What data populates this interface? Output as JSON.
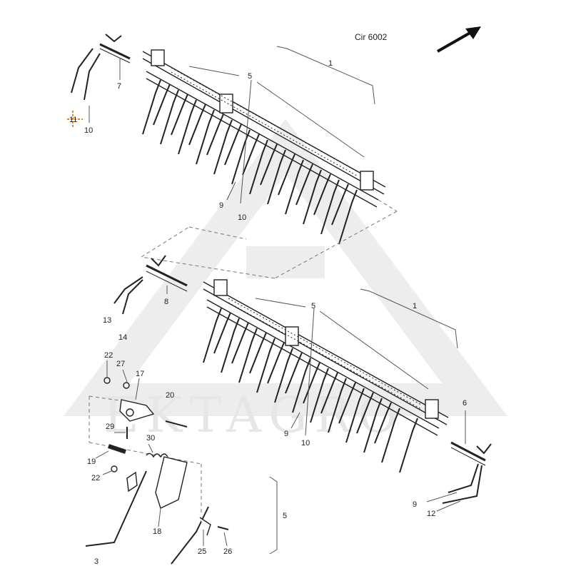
{
  "diagram": {
    "code": "Cir 6002",
    "watermark": "EKTAGRO",
    "highlight_color": "#e8872a",
    "callouts": {
      "c1_top": "1",
      "c5_top": "5",
      "c7": "7",
      "c10_left": "10",
      "c11": "11",
      "c9_top": "9",
      "c10_top": "10",
      "c8": "8",
      "c13": "13",
      "c14": "14",
      "c5_bottom": "5",
      "c1_bottom": "1",
      "c6": "6",
      "c9_mid": "9",
      "c10_mid": "10",
      "c9_right": "9",
      "c12": "12",
      "c22_top": "22",
      "c27": "27",
      "c17": "17",
      "c20": "20",
      "c29": "29",
      "c30": "30",
      "c19": "19",
      "c22_bottom": "22",
      "c18": "18",
      "c25": "25",
      "c26": "26",
      "c5_detail": "5",
      "c3": "3"
    }
  }
}
